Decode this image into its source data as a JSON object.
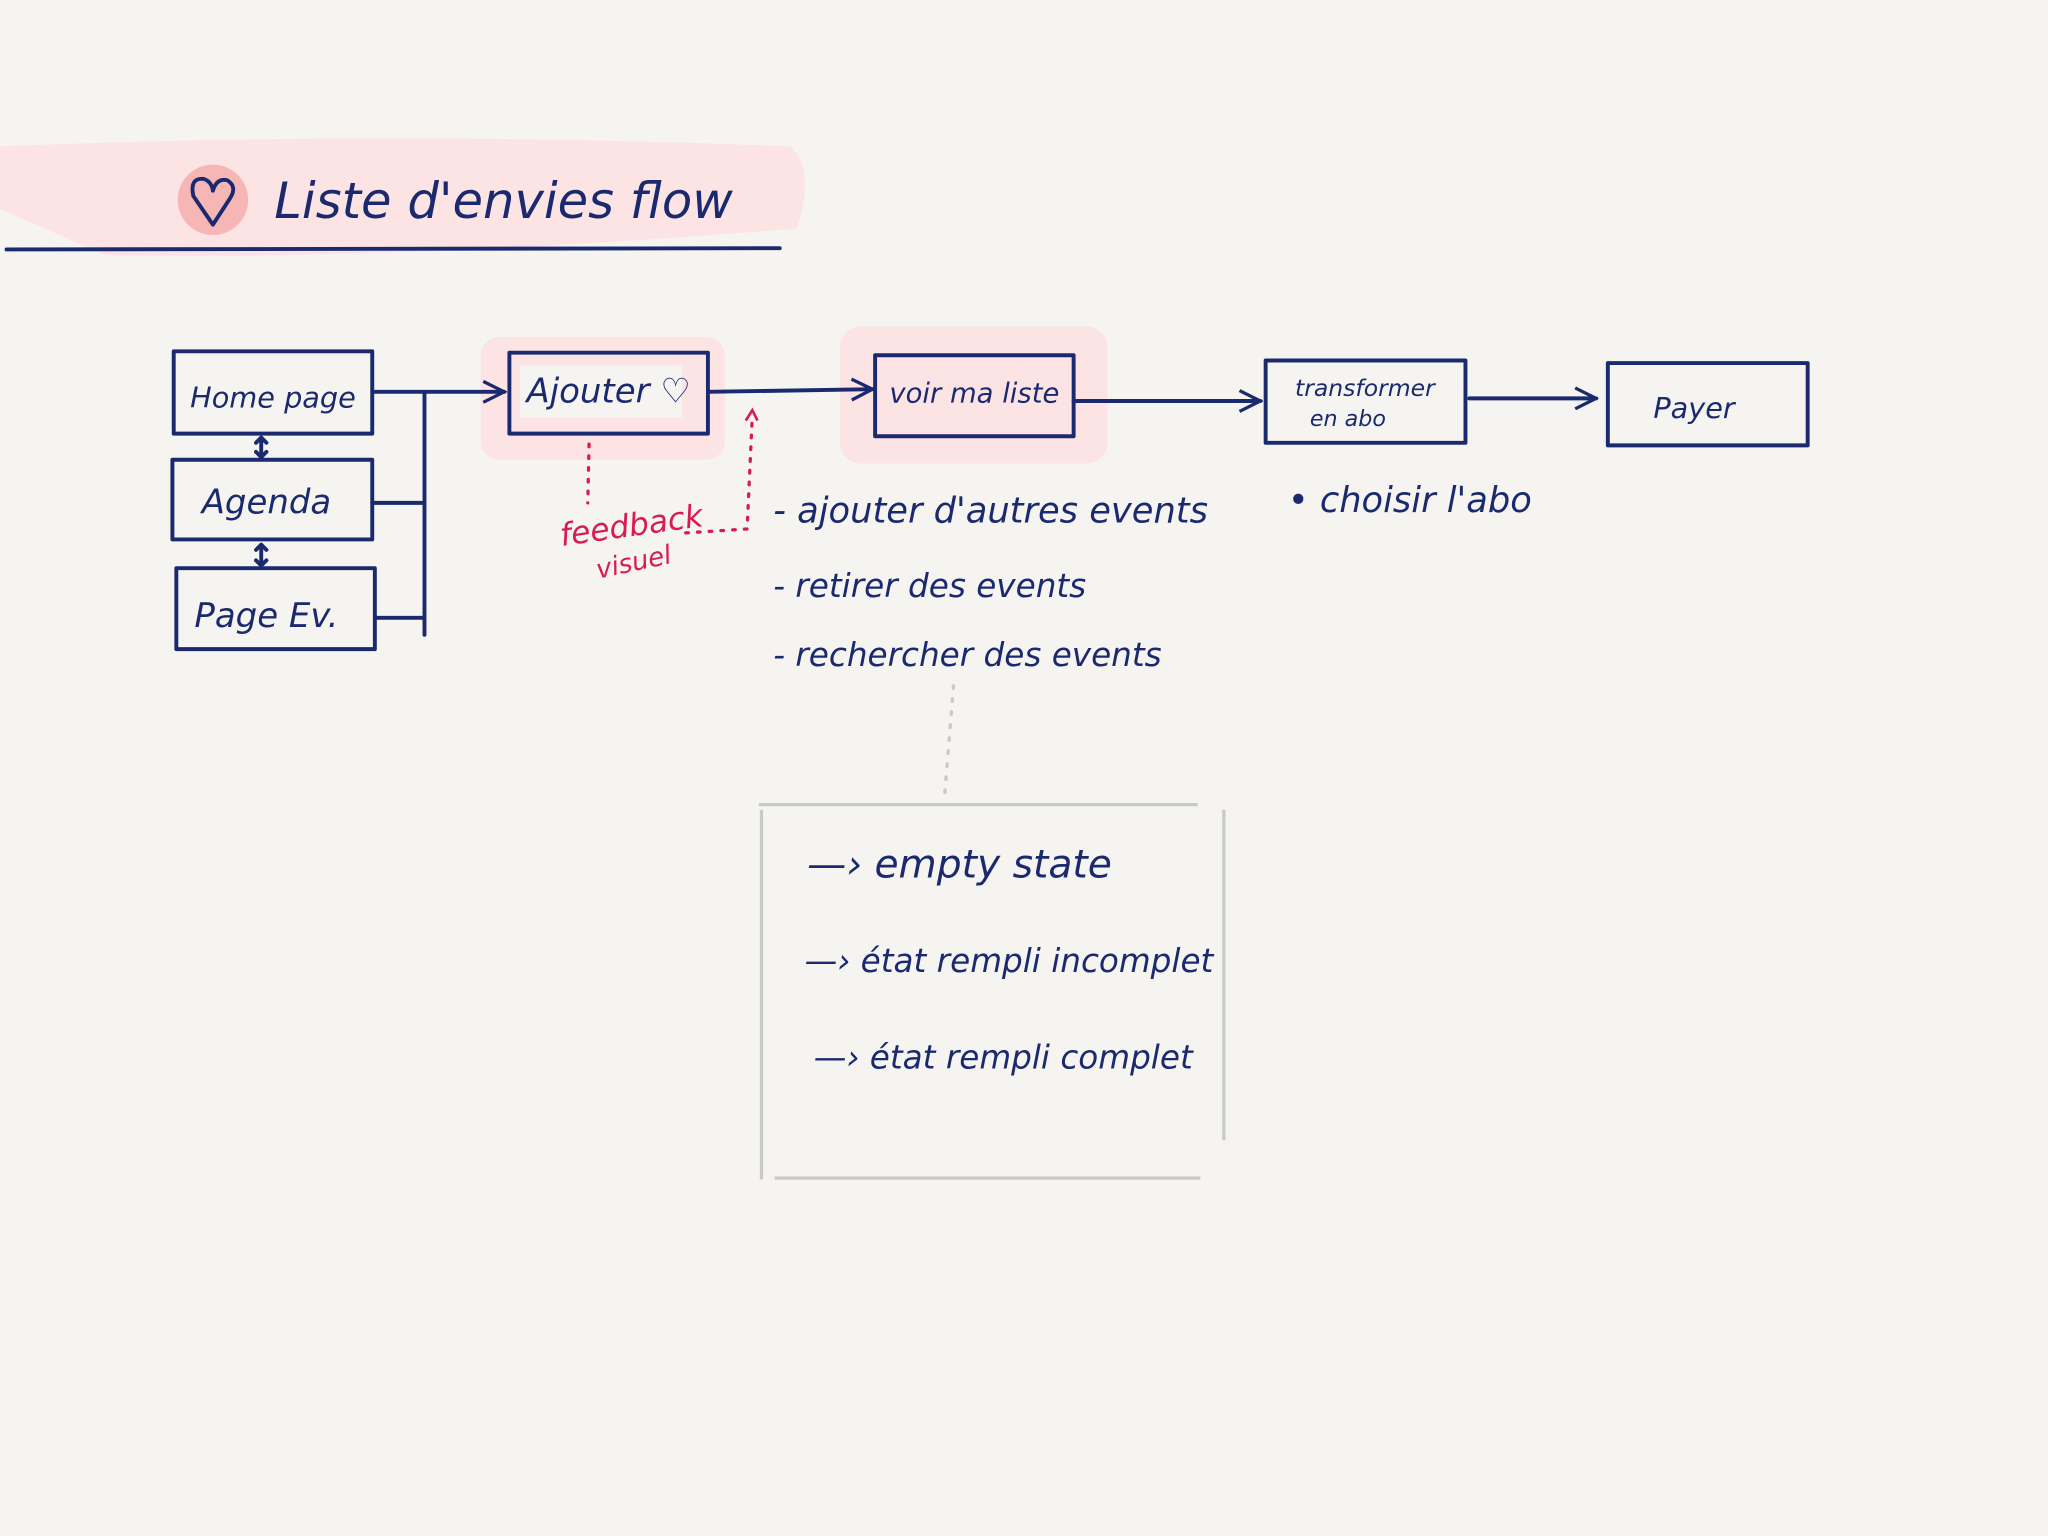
{
  "title": "Liste d'envies flow",
  "colors": {
    "ink": "#1b2a6e",
    "highlight": "#fde4e4",
    "accent": "#d81b50",
    "background": "#f5f4f0"
  },
  "nodes": {
    "home": "Home page",
    "agenda": "Agenda",
    "page_ev": "Page Ev.",
    "ajouter": "Ajouter ♡",
    "voir": "voir ma liste",
    "transformer_1": "transformer",
    "transformer_2": "en abo",
    "payer": "Payer"
  },
  "feedback": {
    "line1": "feedback",
    "line2": "visuel"
  },
  "list_actions": [
    "- ajouter d'autres events",
    "- retirer des events",
    "- rechercher des events"
  ],
  "abo_note": "• choisir l'abo",
  "states": [
    "—› empty state",
    "—› état rempli incomplet",
    "—› état rempli complet"
  ]
}
